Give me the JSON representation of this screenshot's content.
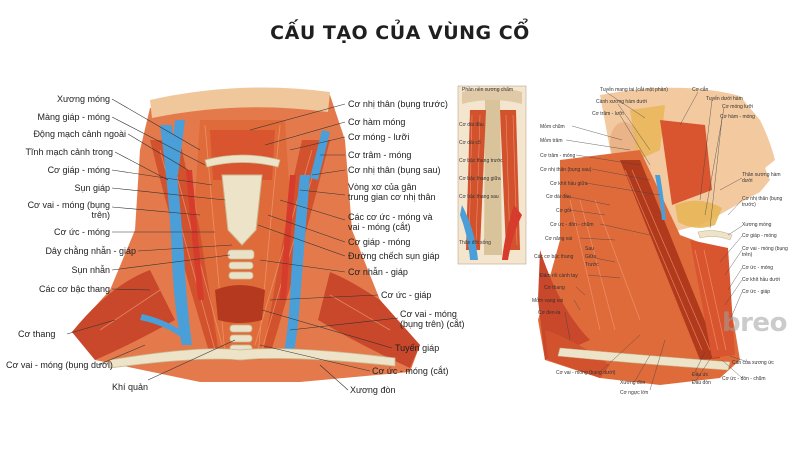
{
  "title": "CẤU TẠO CỦA VÙNG CỔ",
  "logo": "breo",
  "colors": {
    "muscle": "#d9552f",
    "muscle_dark": "#b23a1c",
    "vein": "#4a9fd8",
    "artery": "#d63b2c",
    "skin": "#f3c9a0",
    "bone": "#e9e1c8",
    "leader": "#333333"
  },
  "left_diagram": {
    "left_labels": [
      "Xương móng",
      "Màng giáp - móng",
      "Động mạch cảnh ngoài",
      "Tĩnh mạch cảnh trong",
      "Cơ giáp - móng",
      "Sụn giáp",
      "Cơ vai - móng (bụng trên)",
      "Cơ ức - móng",
      "Dây chằng nhẫn - giáp",
      "Sụn nhẫn",
      "Các cơ bậc thang",
      "Cơ thang",
      "Cơ vai - móng (bụng dưới)",
      "Khí quản"
    ],
    "right_labels": [
      "Cơ nhị thân (bụng trước)",
      "Cơ hàm móng",
      "Cơ móng - lưỡi",
      "Cơ trâm - móng",
      "Cơ nhị thân (bụng sau)",
      "Vòng xơ của gân trung gian cơ nhị thân",
      "Các cơ ức - móng và vai - móng (cắt)",
      "Cơ giáp - móng",
      "Đường chếch sụn giáp",
      "Cơ nhẫn - giáp",
      "Cơ ức - giáp",
      "Cơ vai - móng (bụng trên) (cắt)",
      "Tuyến giáp",
      "Cơ ức - móng (cắt)",
      "Xương đòn"
    ]
  },
  "right_diagram": {
    "top_labels": [
      "Tuyến mang tai (cắt một phần)",
      "Cơ cắn",
      "Cành xương hàm dưới",
      "Tuyến dưới hàm",
      "Cơ trâm - lưỡi",
      "Cơ móng lưỡi",
      "Cơ hàm - móng"
    ],
    "left_labels": [
      "Mỏm chũm",
      "Mỏm trâm",
      "Cơ trâm - móng",
      "Cơ nhị thân (bụng sau)",
      "Cơ khít hầu giữa",
      "Cơ dài đầu",
      "Cơ gối",
      "Cơ ức - đòn - chũm",
      "Cơ nâng vai",
      "Các cơ bậc thang",
      "Sau",
      "Giữa",
      "Trước",
      "Đám rối cánh tay",
      "Cơ thang",
      "Mỏm vạng vai",
      "Cơ đen-ta"
    ],
    "right_labels": [
      "Thân xương hàm dưới",
      "Cơ nhị thân (bụng trước)",
      "Xương móng",
      "Cơ giáp - móng",
      "Cơ vai - móng (bụng trên)",
      "Cơ ức - móng",
      "Cơ khít hầu dưới",
      "Cơ ức - giáp"
    ],
    "bottom_labels": [
      "Cơ vai - móng (bụng dưới)",
      "Xương đòn",
      "Cơ ngực lớn",
      "Đầu ức",
      "Đầu đòn",
      "Cơ ức - đòn - chũm",
      "Cán của xương ức"
    ]
  },
  "inset": {
    "top_label": "Phần nền xương chẩm",
    "labels": [
      "Cơ dài đầu",
      "Cơ dài cổ",
      "Cơ bậc thang trước",
      "Cơ bậc thang giữa",
      "Cơ bậc thang sau",
      "Thân đốt sống"
    ]
  }
}
